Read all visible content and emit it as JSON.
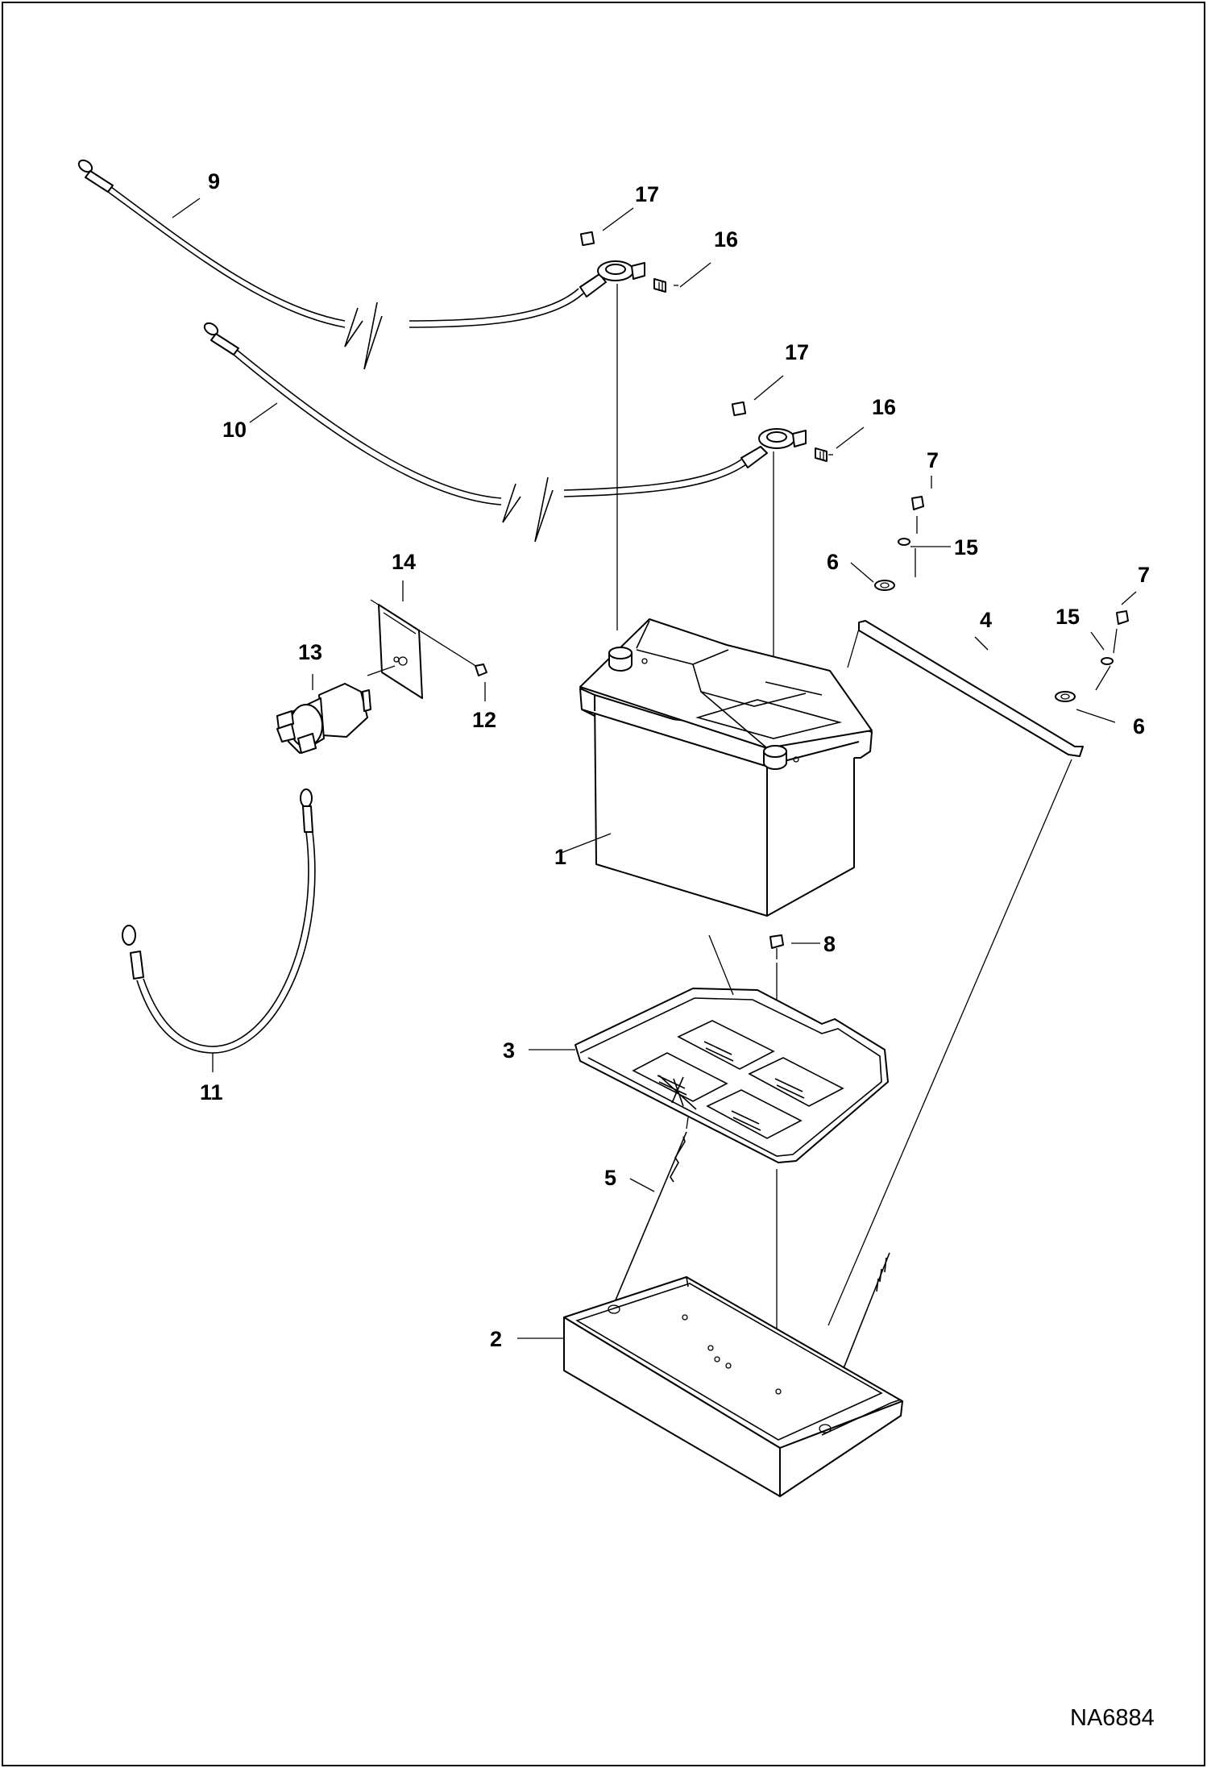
{
  "figure_code": "NA6884",
  "callouts": {
    "c1": "1",
    "c2": "2",
    "c3": "3",
    "c4": "4",
    "c5": "5",
    "c6a": "6",
    "c6b": "6",
    "c7a": "7",
    "c7b": "7",
    "c8": "8",
    "c9": "9",
    "c10": "10",
    "c11": "11",
    "c12": "12",
    "c13": "13",
    "c14": "14",
    "c15a": "15",
    "c15b": "15",
    "c16a": "16",
    "c16b": "16",
    "c17a": "17",
    "c17b": "17"
  }
}
